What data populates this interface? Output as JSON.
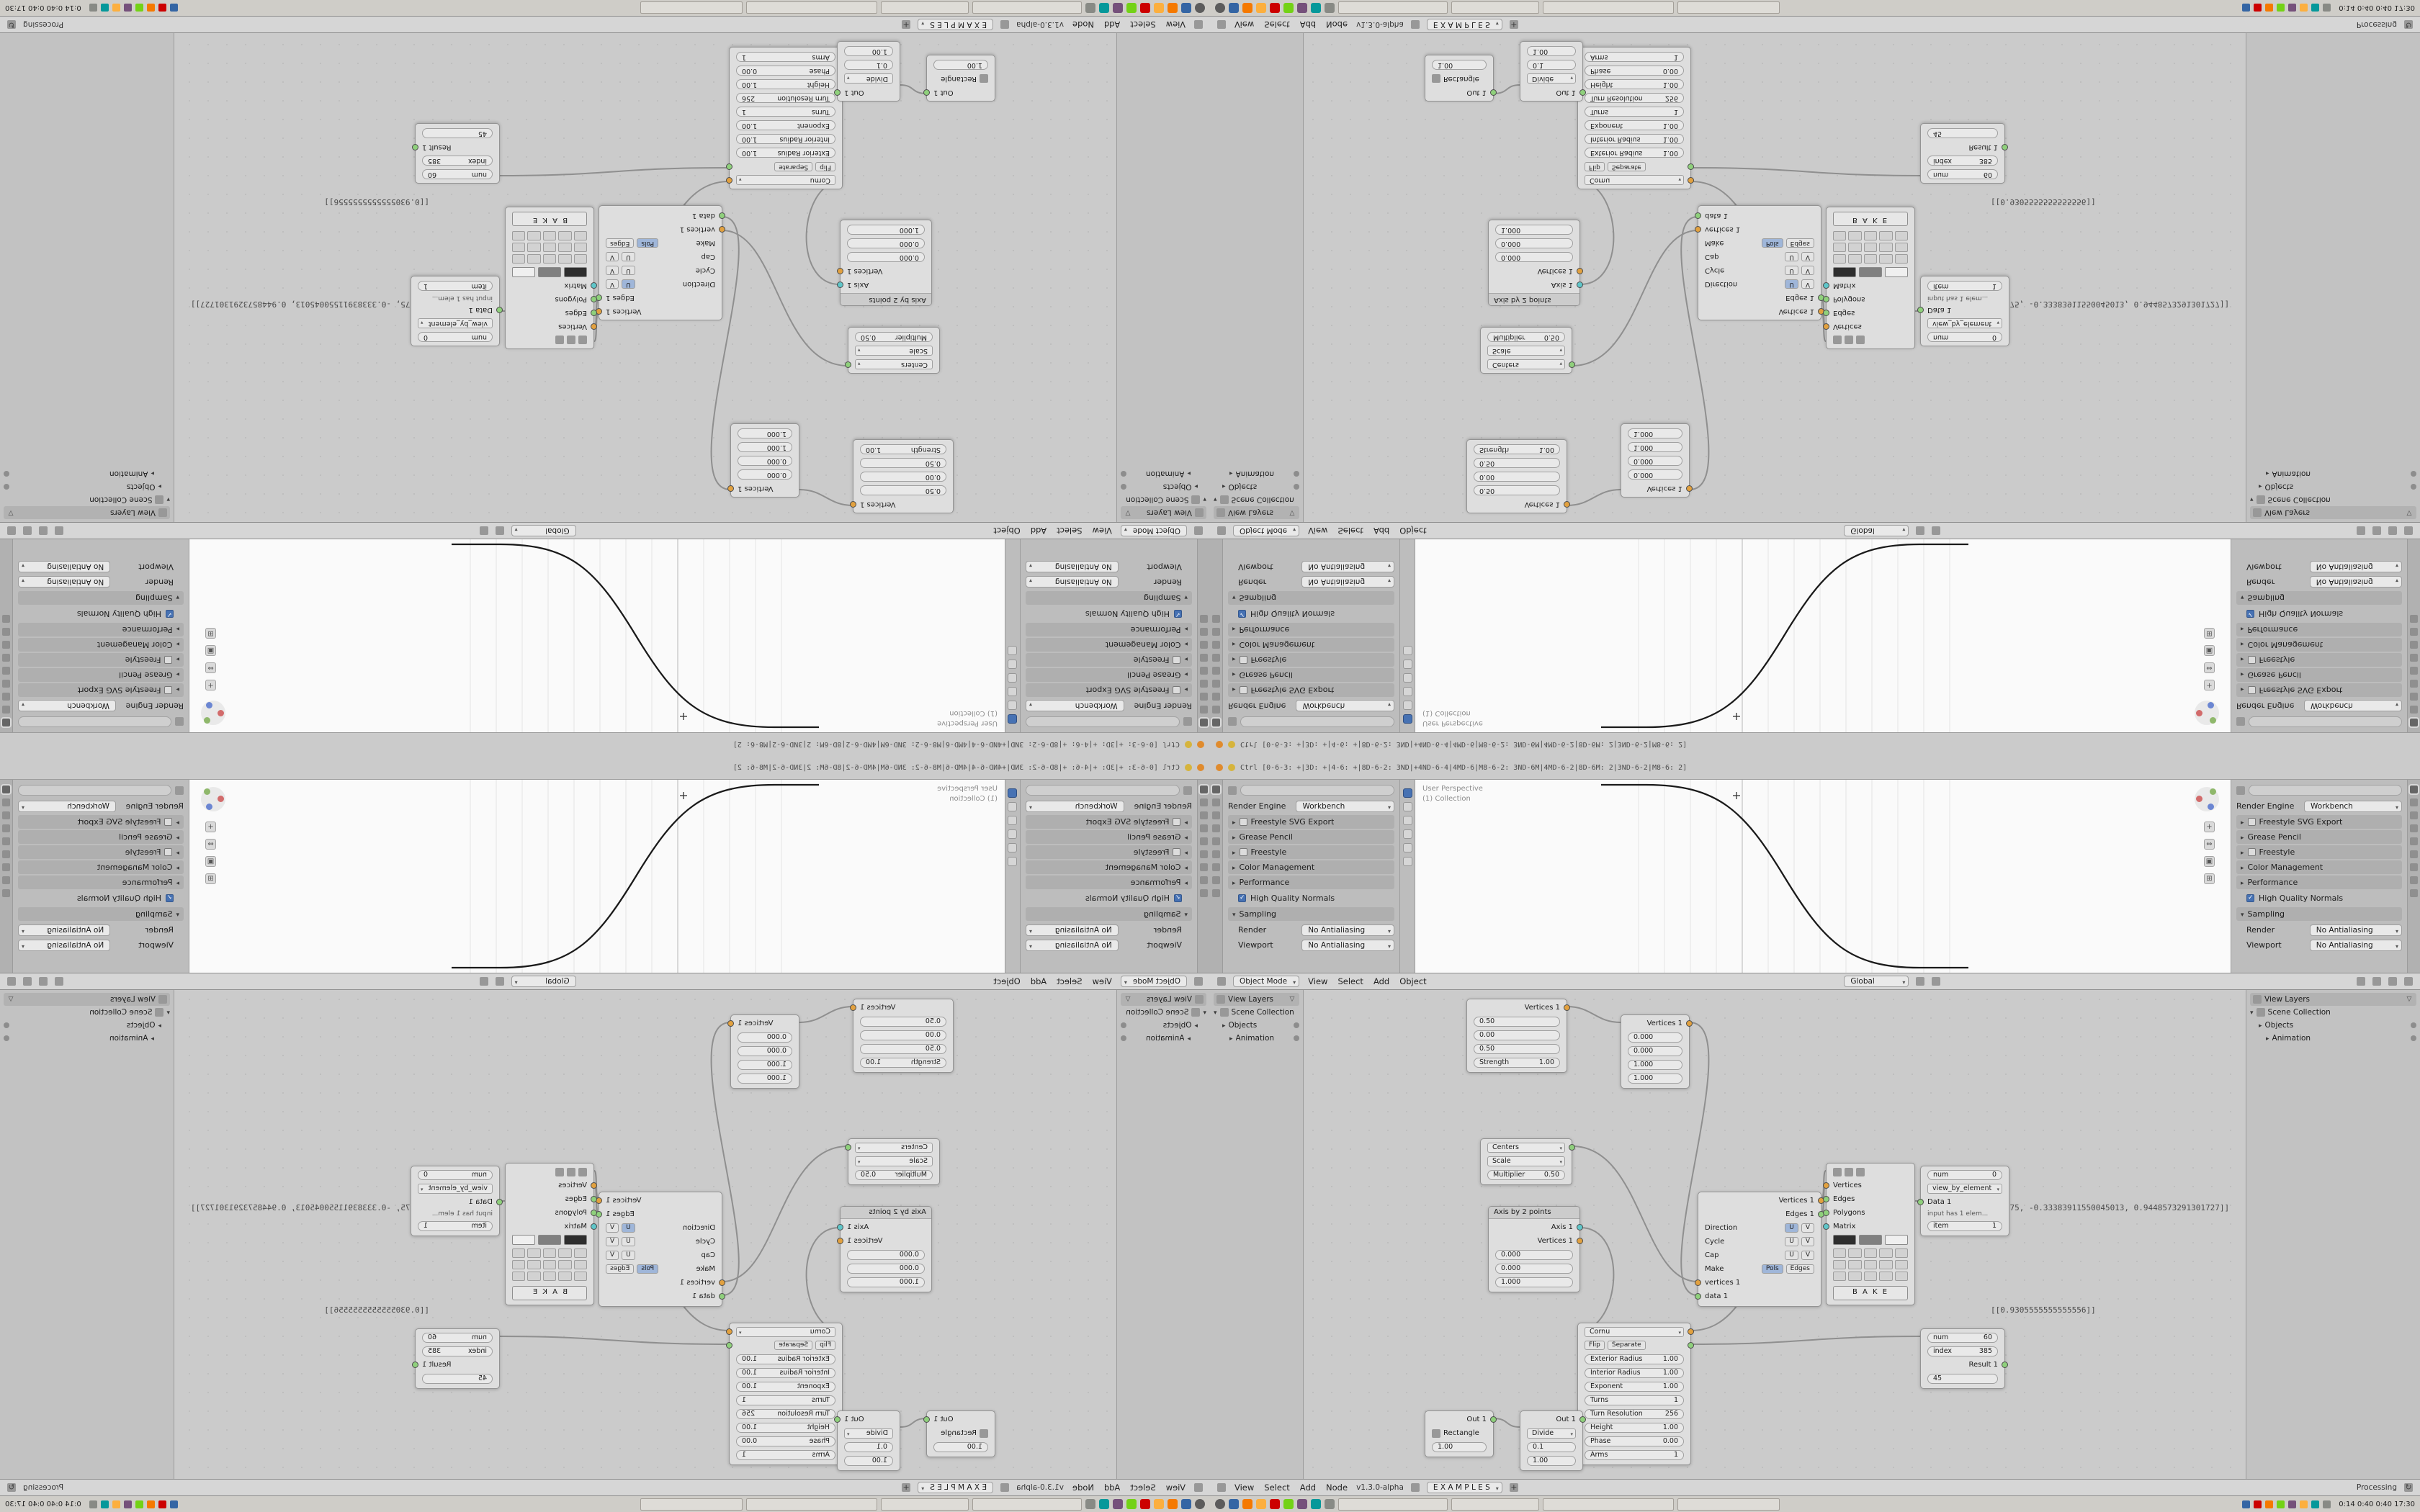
{
  "info_log": {
    "line": "Ctrl [0-6-3: +|3D: +|4-6: +|8D-6-2: 3ND|+4ND-6-4|4MD-6|M8-6-2: 3ND-6M|4MD-6-2|8D-6M: 2|3ND-6-2|M8-6: 2]"
  },
  "properties": {
    "engine_label": "Render Engine",
    "engine_value": "Workbench",
    "panels": {
      "freestyle_svg": "Freestyle SVG Export",
      "grease_pencil": "Grease Pencil",
      "freestyle": "Freestyle",
      "color_management": "Color Management",
      "performance": "Performance",
      "hq_normals": "High Quality Normals",
      "sampling": "Sampling",
      "render_label": "Render",
      "render_value": "No Antialiasing",
      "viewport_label": "Viewport",
      "viewport_value": "No Antialiasing"
    }
  },
  "viewport": {
    "overlay_line1": "User Perspective",
    "overlay_line2": "(1) Collection",
    "header": {
      "mode": "Object Mode",
      "menu_view": "View",
      "menu_select": "Select",
      "menu_add": "Add",
      "menu_object": "Object",
      "orientation": "Global"
    }
  },
  "outliner": {
    "title": "View Layers",
    "row1": "Scene Collection",
    "row2": "Objects",
    "row3": "Animation"
  },
  "node_editor": {
    "header": {
      "menu_view": "View",
      "menu_select": "Select",
      "menu_add": "Add",
      "menu_node": "Node",
      "version": "v1.3.0-alpha",
      "tree_name": "E X A M P L E S",
      "status": "Processing"
    },
    "stetho1": "[[0.75, -0.33383911550045013, 0.9448573291301727]]",
    "stetho2": "[[0.9305555555555556]]"
  },
  "nodes": {
    "vector": {
      "out": "Vertices 1",
      "v1": "0.50",
      "v2": "0.00",
      "v3": "0.50",
      "sl": "Strength",
      "svv": "1.00"
    },
    "range": {
      "out": "Vertices 1",
      "v1": "0.000",
      "v2": "0.000",
      "v3": "1.000",
      "v4": "1.000"
    },
    "centers": {
      "d1": "Centers",
      "d2": "Scale",
      "ml": "Multiplier",
      "mv": "0.50"
    },
    "axis": {
      "title": "Axis by 2 points",
      "o1": "Axis 1",
      "o2": "Vertices 1",
      "v1": "0.000",
      "v2": "0.000",
      "v3": "1.000"
    },
    "spiral": {
      "preset": "Cornu",
      "flip": "Flip",
      "sep": "Separate",
      "p1l": "Exterior Radius",
      "p1v": "1.00",
      "p2l": "Interior Radius",
      "p2v": "1.00",
      "p3l": "Exponent",
      "p3v": "1.00",
      "p4l": "Turns",
      "p4v": "1",
      "p5l": "Turn Resolution",
      "p5v": "256",
      "p6l": "Height",
      "p6v": "1.00",
      "p7l": "Phase",
      "p7v": "0.00",
      "p8l": "Arms",
      "p8v": "1"
    },
    "connect": {
      "o1": "Vertices 1",
      "o2": "Edges 1",
      "r1": "Direction",
      "r2": "Cycle",
      "r3": "Cap",
      "r4": "Make",
      "u": "U",
      "v": "V",
      "pols": "Pols",
      "edges": "Edges",
      "in1": "vertices 1",
      "in2": "data 1"
    },
    "viewer": {
      "i1": "Vertices",
      "i2": "Edges",
      "i3": "Polygons",
      "i4": "Matrix",
      "bake": "B A K E"
    },
    "elem": {
      "v1l": "num",
      "v1v": "0",
      "d": "view_by_element",
      "in": "Data 1",
      "note": "input has 1 elem...",
      "v2l": "item",
      "v2v": "1"
    },
    "index": {
      "v1l": "num",
      "v1v": "60",
      "v2l": "index",
      "v2v": "385",
      "out": "Result 1",
      "v3": "45"
    },
    "rect": {
      "o1": "Out 1",
      "name": "Rectangle",
      "v1": "1.00"
    },
    "divide": {
      "o1": "Out 1",
      "d": "Divide",
      "v1": "0.1",
      "v2": "1.00"
    }
  },
  "taskbar": {
    "clock": "0:14  0:40  0:40  17:30"
  },
  "icons": {
    "chevron-down": "▾",
    "triangle-right": "▸",
    "check": "✓",
    "funnel": "▽",
    "zoom": "+",
    "pan": "⇔",
    "camera": "▣",
    "grid": "⊞",
    "spinner": "↻",
    "plus": "+",
    "warning": "orange-dot"
  },
  "colors": {
    "accent": "#4772b3",
    "checkbox_checked": "#4772b3",
    "socket_vertices": "#e2a13f",
    "socket_data": "#8fd07c",
    "socket_matrix": "#5fc6c9",
    "status_warning": "#e08b2d",
    "viewer_swatches": [
      "#2e2e2e",
      "#808080",
      "#efefef"
    ],
    "app_icon_palette": [
      "#3465a4",
      "#f57900",
      "#fcaf3e",
      "#cc0000",
      "#73d216",
      "#75507b",
      "#06989a",
      "#888a85"
    ]
  }
}
